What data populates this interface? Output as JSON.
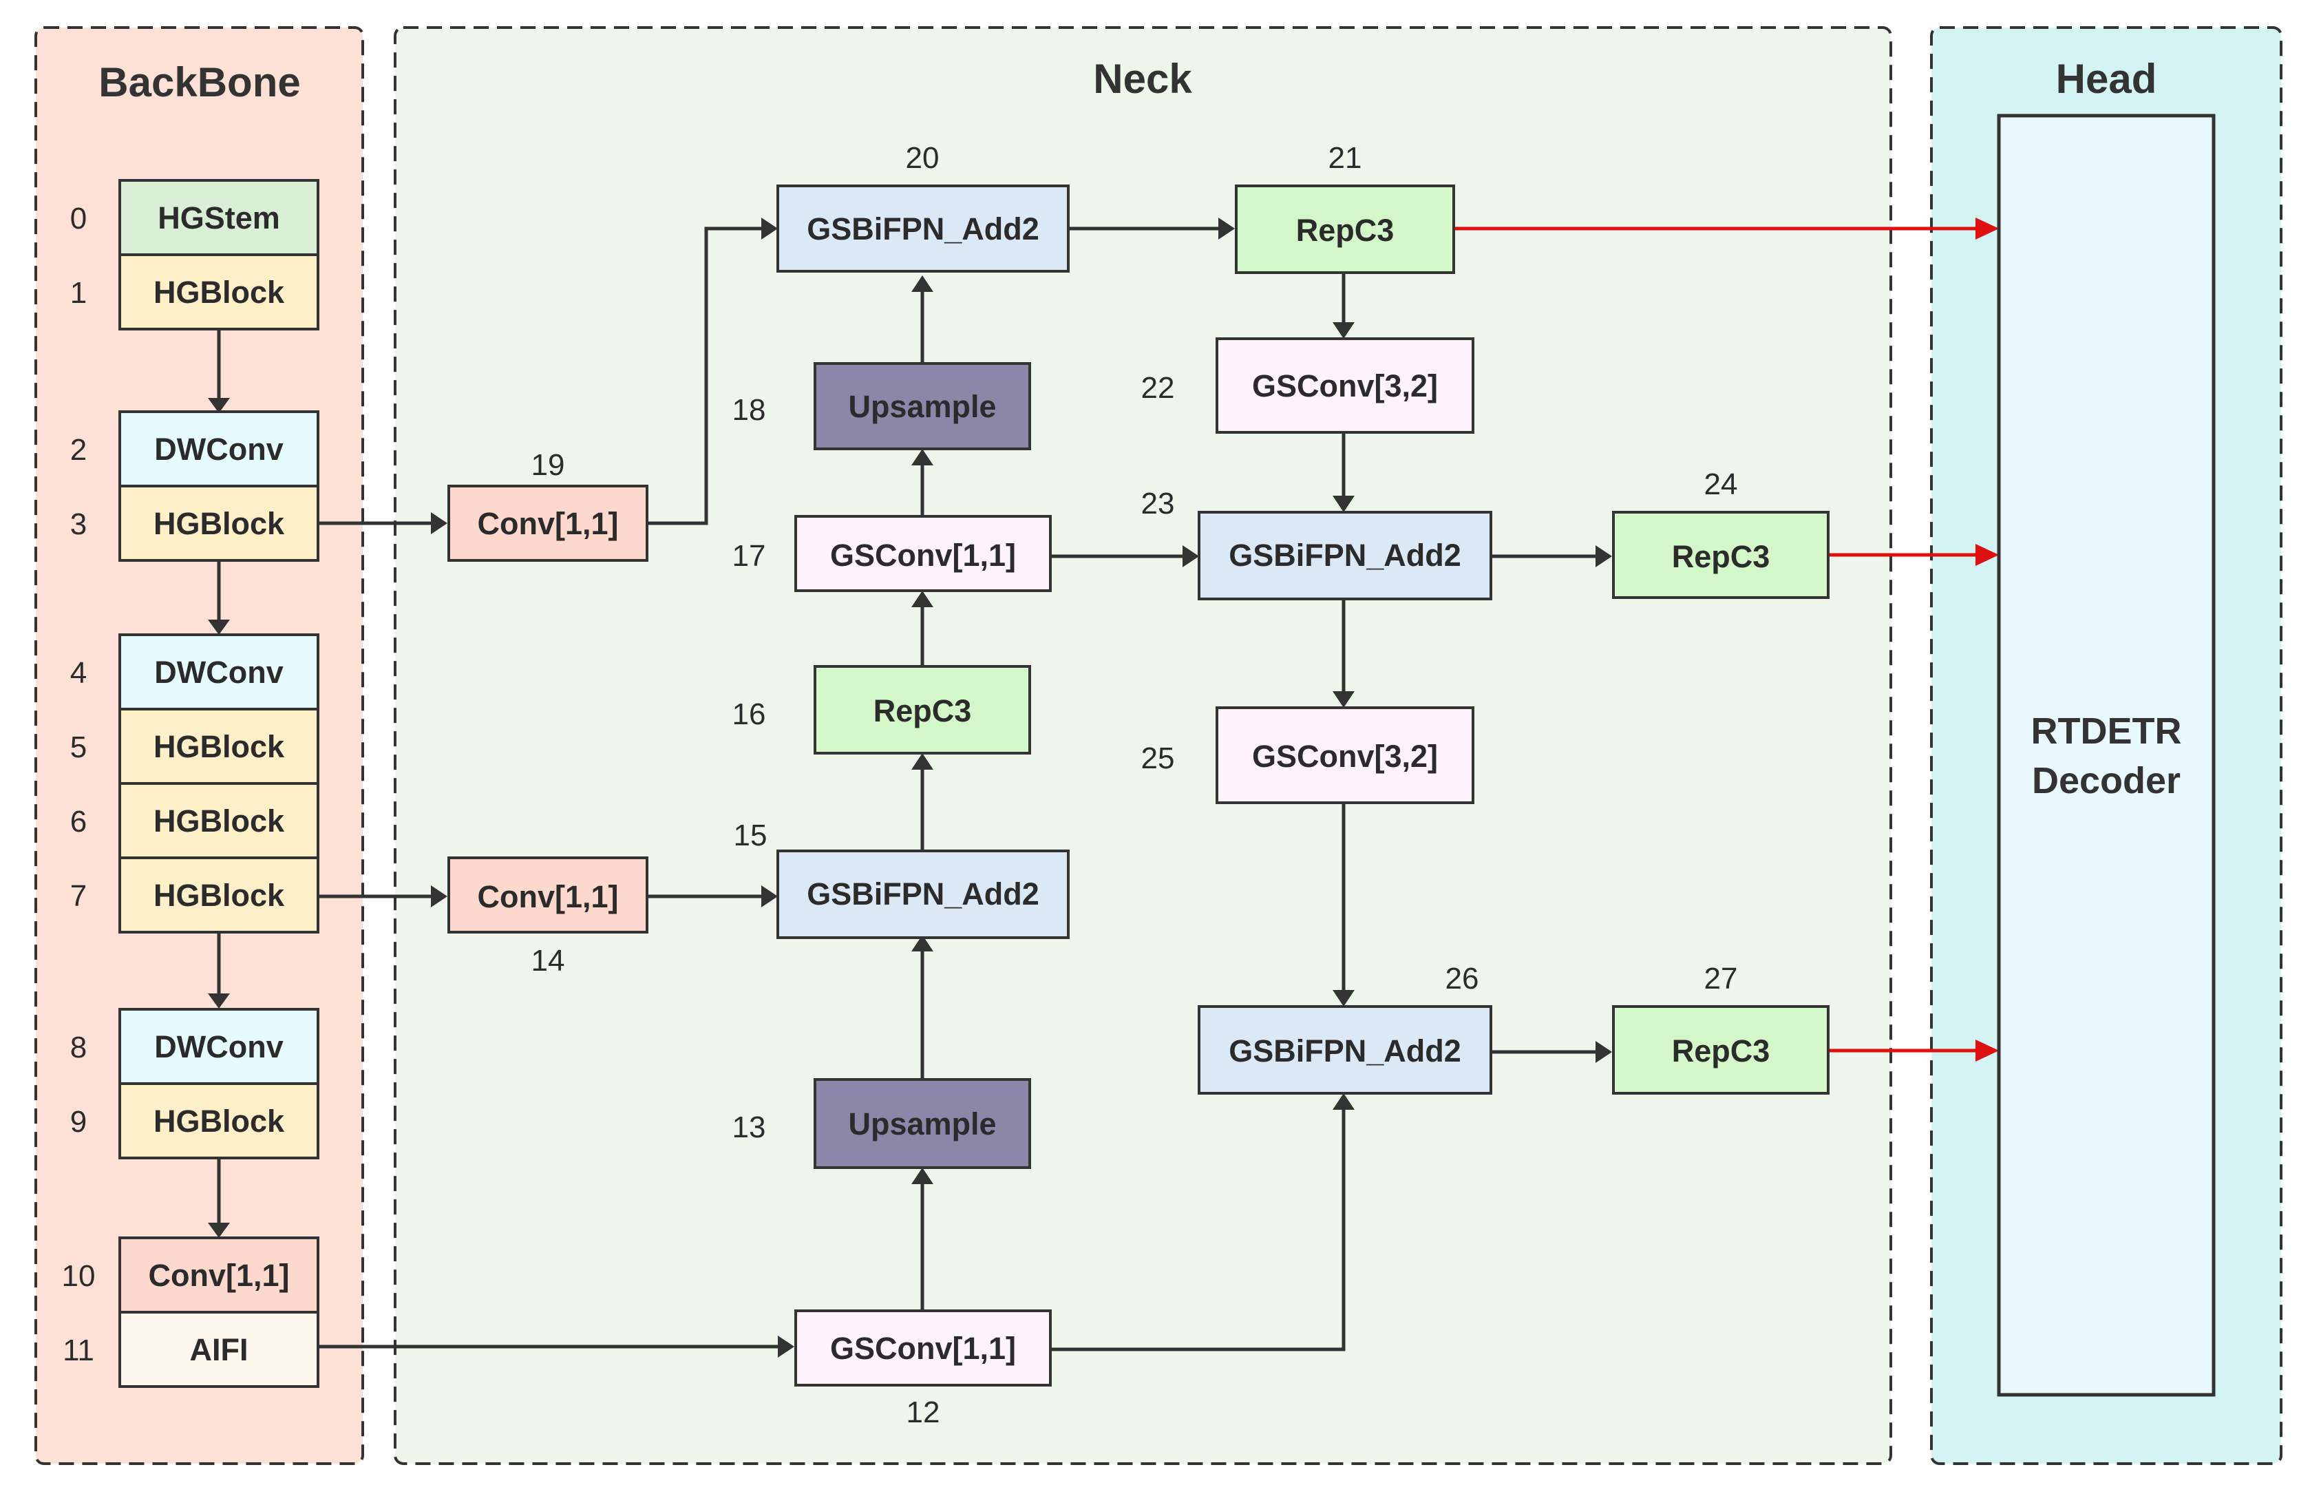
{
  "sections": {
    "backbone": {
      "title": "BackBone",
      "fill": "#fde1d6"
    },
    "neck": {
      "title": "Neck",
      "fill": "#eef5ea"
    },
    "head": {
      "title": "Head",
      "fill": "#d4f3f3"
    }
  },
  "colors": {
    "HGStem": "#d9efd5",
    "HGBlock": "#fdf0c9",
    "DWConv": "#e6fbfd",
    "Conv": "#fcd8cd",
    "AIFI": "#fdf6ec",
    "GSConv": "#fff3fb",
    "GSBiFPN": "#dbe9f7",
    "RepC3": "#d3f7c9",
    "Upsample": "#8c86a8",
    "Decoder": "#e8f8fc",
    "arrow": "#333333",
    "output_arrow": "#e01010"
  },
  "backbone": [
    {
      "index": "0",
      "label": "HGStem",
      "kind": "HGStem"
    },
    {
      "index": "1",
      "label": "HGBlock",
      "kind": "HGBlock"
    },
    {
      "index": "2",
      "label": "DWConv",
      "kind": "DWConv"
    },
    {
      "index": "3",
      "label": "HGBlock",
      "kind": "HGBlock"
    },
    {
      "index": "4",
      "label": "DWConv",
      "kind": "DWConv"
    },
    {
      "index": "5",
      "label": "HGBlock",
      "kind": "HGBlock"
    },
    {
      "index": "6",
      "label": "HGBlock",
      "kind": "HGBlock"
    },
    {
      "index": "7",
      "label": "HGBlock",
      "kind": "HGBlock"
    },
    {
      "index": "8",
      "label": "DWConv",
      "kind": "DWConv"
    },
    {
      "index": "9",
      "label": "HGBlock",
      "kind": "HGBlock"
    },
    {
      "index": "10",
      "label": "Conv[1,1]",
      "kind": "Conv"
    },
    {
      "index": "11",
      "label": "AIFI",
      "kind": "AIFI"
    }
  ],
  "neck": {
    "n12": {
      "index": "12",
      "label": "GSConv[1,1]"
    },
    "n13": {
      "index": "13",
      "label": "Upsample"
    },
    "n14": {
      "index": "14",
      "label": "Conv[1,1]"
    },
    "n15": {
      "index": "15",
      "label": "GSBiFPN_Add2"
    },
    "n16": {
      "index": "16",
      "label": "RepC3"
    },
    "n17": {
      "index": "17",
      "label": "GSConv[1,1]"
    },
    "n18": {
      "index": "18",
      "label": "Upsample"
    },
    "n19": {
      "index": "19",
      "label": "Conv[1,1]"
    },
    "n20": {
      "index": "20",
      "label": "GSBiFPN_Add2"
    },
    "n21": {
      "index": "21",
      "label": "RepC3"
    },
    "n22": {
      "index": "22",
      "label": "GSConv[3,2]"
    },
    "n23": {
      "index": "23",
      "label": "GSBiFPN_Add2"
    },
    "n24": {
      "index": "24",
      "label": "RepC3"
    },
    "n25": {
      "index": "25",
      "label": "GSConv[3,2]"
    },
    "n26": {
      "index": "26",
      "label": "GSBiFPN_Add2"
    },
    "n27": {
      "index": "27",
      "label": "RepC3"
    }
  },
  "head": {
    "decoder_line1": "RTDETR",
    "decoder_line2": "Decoder"
  }
}
